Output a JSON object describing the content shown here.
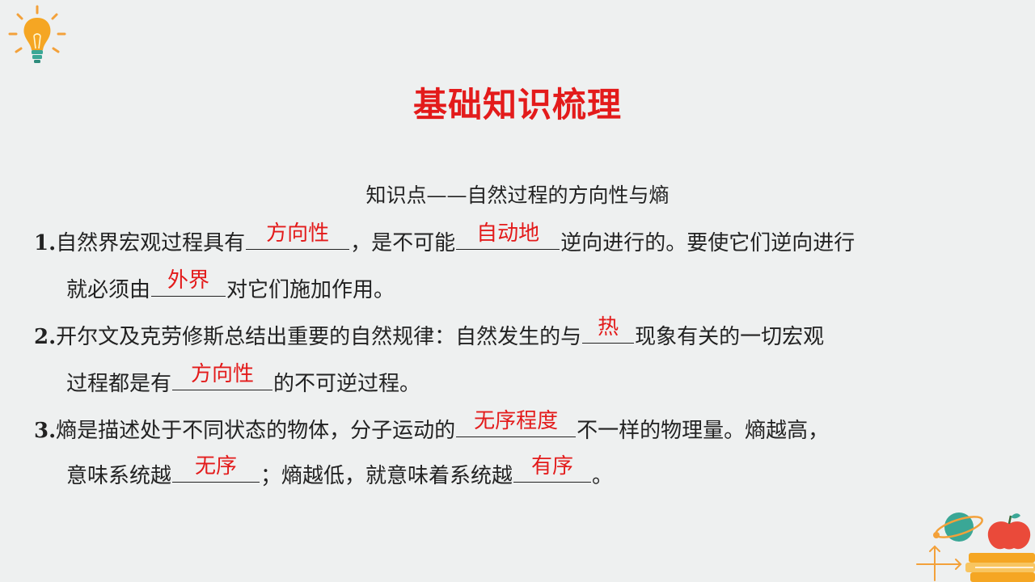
{
  "title": "基础知识梳理",
  "subtitle": "知识点——自然过程的方向性与熵",
  "items": [
    {
      "num": "1.",
      "t1": "自然界宏观过程具有",
      "a1": "方向性",
      "t2": "，是不可能",
      "a2": "自动地",
      "t3": "逆向进行的。要使它们逆向进行",
      "t4": "就必须由",
      "a3": "外界",
      "t5": "对它们施加作用。"
    },
    {
      "num": "2.",
      "t1": "开尔文及克劳修斯总结出重要的自然规律：自然发生的与",
      "a1": "热",
      "t2": "现象有关的一切宏观",
      "t3": "过程都是有",
      "a2": "方向性",
      "t4": "的不可逆过程。"
    },
    {
      "num": "3.",
      "t1": "熵是描述处于不同状态的物体，分子运动的",
      "a1": "无序程度",
      "t2": "不一样的物理量。熵越高，",
      "t3": "意味系统越",
      "a2": "无序",
      "t4": "；熵越低，就意味着系统越",
      "a3": "有序",
      "t5": "。"
    }
  ],
  "colors": {
    "accent": "#e31b1b",
    "background": "#eef0f0"
  },
  "icons": [
    "lightbulb-icon",
    "planet-apple-books-icon"
  ]
}
